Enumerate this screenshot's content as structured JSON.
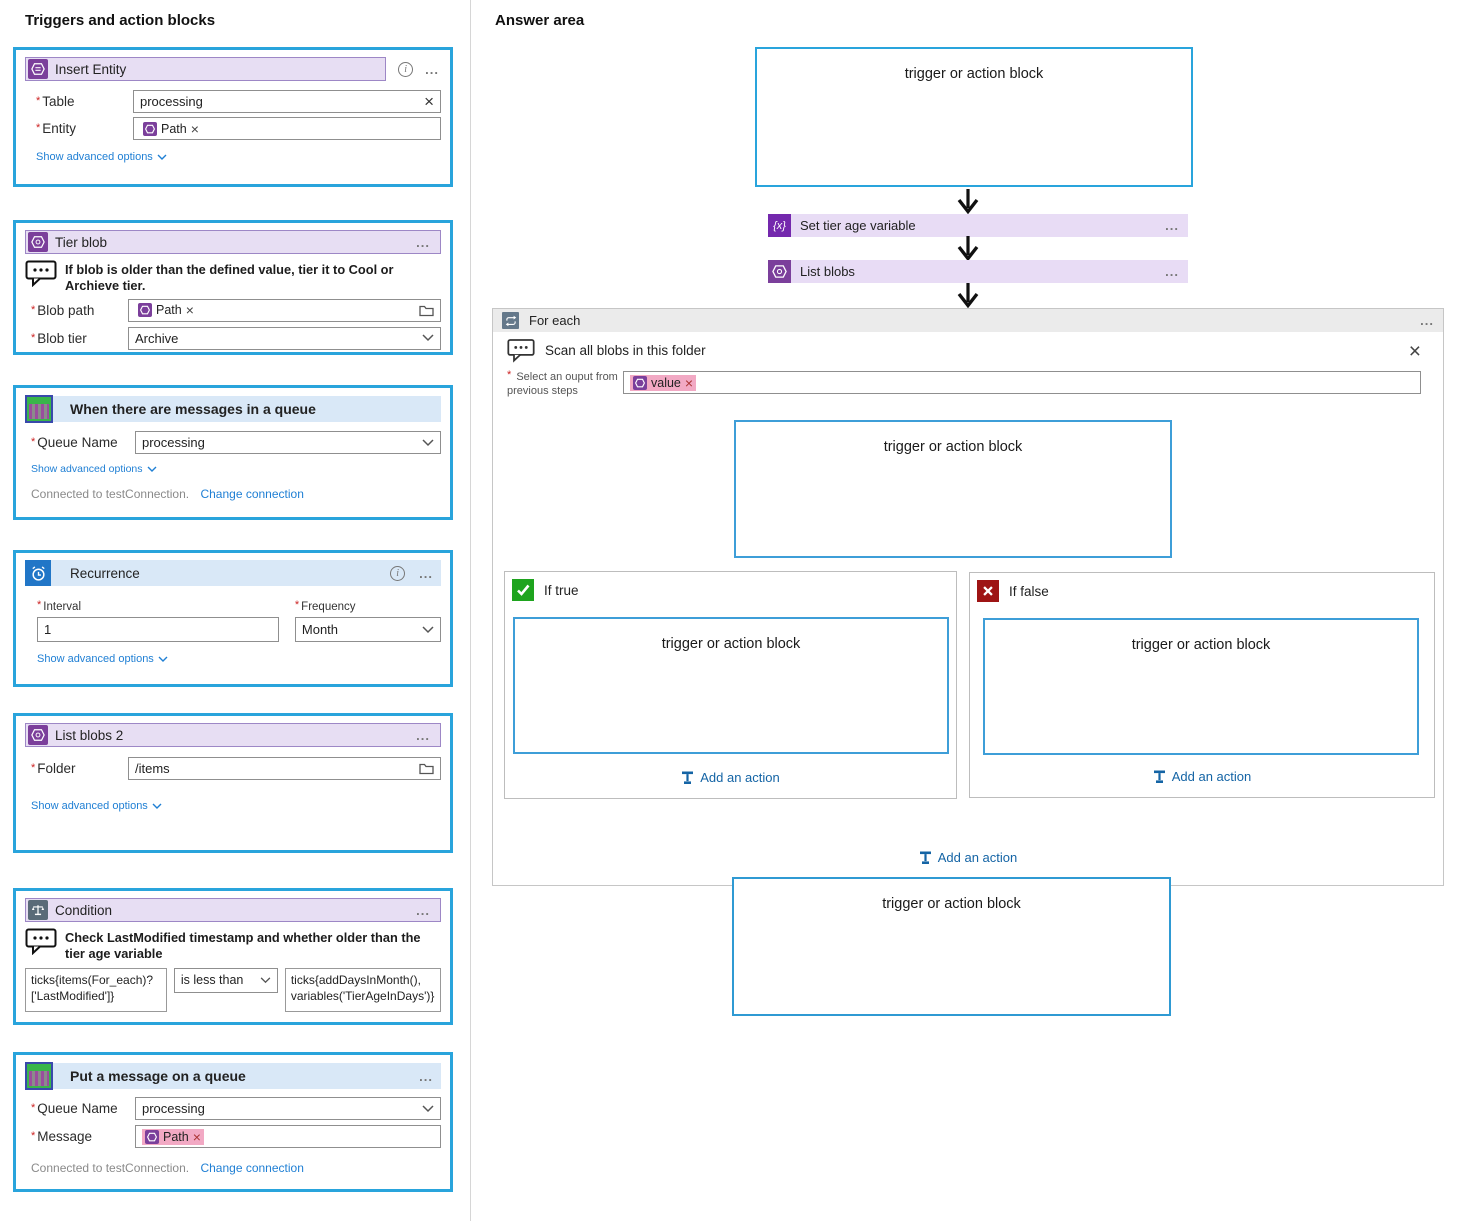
{
  "page": {
    "left_title": "Triggers and action blocks",
    "right_title": "Answer area"
  },
  "icons": {
    "more_options": "...",
    "close": "×",
    "clear": "×",
    "chip_remove": "×",
    "variable": "{x}",
    "info": "i"
  },
  "blocks": {
    "insert_entity": {
      "title": "Insert Entity",
      "table_label": "Table",
      "table_value": "processing",
      "entity_label": "Entity",
      "entity_chip": "Path",
      "advanced_link": "Show advanced options"
    },
    "tier_blob": {
      "title": "Tier blob",
      "comment": "If blob is older than the defined value, tier it to Cool or Archieve tier.",
      "blob_path_label": "Blob path",
      "blob_path_chip": "Path",
      "blob_tier_label": "Blob tier",
      "blob_tier_value": "Archive"
    },
    "queue_trigger": {
      "title": "When there are messages in a queue",
      "queue_name_label": "Queue Name",
      "queue_name_value": "processing",
      "advanced_link": "Show advanced options",
      "connected_text": "Connected to testConnection.",
      "change_link": "Change connection"
    },
    "recurrence": {
      "title": "Recurrence",
      "interval_label": "Interval",
      "interval_value": "1",
      "frequency_label": "Frequency",
      "frequency_value": "Month",
      "advanced_link": "Show advanced options"
    },
    "list_blobs2": {
      "title": "List blobs 2",
      "folder_label": "Folder",
      "folder_value": "/items",
      "advanced_link": "Show advanced options"
    },
    "condition": {
      "title": "Condition",
      "comment": "Check LastModified timestamp and whether older than the tier age variable",
      "left_expression": "ticks{items(For_each)?['LastModified']}",
      "operator": "is less than",
      "right_expression": "ticks{addDaysInMonth(), variables('TierAgeInDays')}"
    },
    "put_message": {
      "title": "Put a message on a queue",
      "queue_name_label": "Queue Name",
      "queue_name_value": "processing",
      "message_label": "Message",
      "message_chip": "Path",
      "connected_text": "Connected to testConnection.",
      "change_link": "Change connection"
    }
  },
  "answer": {
    "placeholder": "trigger or action block",
    "set_variable_label": "Set tier age variable",
    "list_blobs_label": "List blobs",
    "foreach_title": "For each",
    "foreach_comment": "Scan all blobs in this folder",
    "select_output_label": "Select an ouput from previous steps",
    "value_chip": "value",
    "if_true_label": "If true",
    "if_false_label": "If false",
    "add_action_label": "Add an action"
  },
  "colors": {
    "accent_border": "#29a4dc",
    "inner_border": "#2d9bd6",
    "purple": "#7b3f9b",
    "lavender_header": "#e7def3",
    "light_blue_header": "#d9e8f7",
    "chip_pink": "#f2a9c4",
    "link_blue": "#1f7fd4",
    "if_true_green": "#1ea41e",
    "if_false_red": "#9e1414"
  }
}
